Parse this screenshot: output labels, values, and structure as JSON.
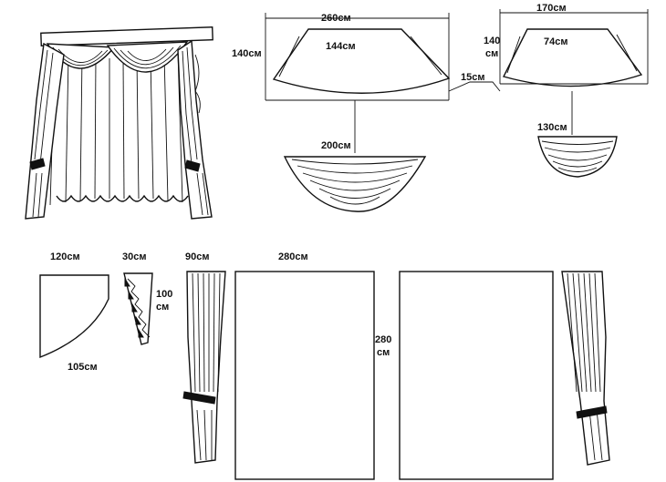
{
  "labels": {
    "swag_large_width": "260см",
    "swag_large_height": "140см",
    "swag_large_inner": "144см",
    "gap": "15см",
    "swag_small_width": "170см",
    "swag_small_height_num": "140",
    "swag_small_height_unit": "см",
    "swag_small_inner": "74см",
    "swag_large_finished": "200см",
    "swag_small_finished": "130см",
    "jabot_top": "120см",
    "jabot_bottom": "105см",
    "cascade_width": "30см",
    "cascade_height_num": "100",
    "cascade_height_unit": "см",
    "side_panel_width": "90см",
    "tulle_width": "280см",
    "tulle_height_num": "280",
    "tulle_height_unit": "см"
  }
}
